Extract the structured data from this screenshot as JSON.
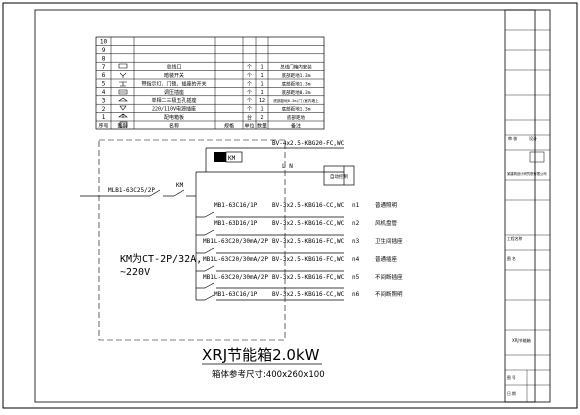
{
  "legend_table": {
    "header": {
      "seq": "序号",
      "symbol": "图例",
      "name": "名称",
      "spec": "规格",
      "unit": "单位",
      "qty": "数量",
      "remark": "备注"
    },
    "rows": [
      {
        "seq": "10",
        "name": "",
        "unit": "",
        "qty": "",
        "remark": ""
      },
      {
        "seq": "9",
        "name": "",
        "unit": "",
        "qty": "",
        "remark": ""
      },
      {
        "seq": "8",
        "name": "",
        "unit": "",
        "qty": "",
        "remark": ""
      },
      {
        "seq": "7",
        "name": "总线口",
        "unit": "个",
        "qty": "1",
        "remark": "总线门箱内安装"
      },
      {
        "seq": "6",
        "name": "暗装开关",
        "unit": "个",
        "qty": "1",
        "remark": "底部距地1.3m"
      },
      {
        "seq": "5",
        "name": "带指示灯、门锁、插座的开关",
        "unit": "个",
        "qty": "1",
        "remark": "底部距地1.3m"
      },
      {
        "seq": "4",
        "name": "调压插座",
        "unit": "个",
        "qty": "1",
        "remark": "底部距地0.3m"
      },
      {
        "seq": "3",
        "name": "单相二三极五孔插座",
        "unit": "个",
        "qty": "12",
        "remark": "底部距地0.3m(门)室内墙上"
      },
      {
        "seq": "2",
        "name": "220/110V电源插座",
        "unit": "个",
        "qty": "1",
        "remark": "底部距地1.3m"
      },
      {
        "seq": "1",
        "name": "配电箱板",
        "unit": "台",
        "qty": "2",
        "remark": "底部距地"
      }
    ]
  },
  "diagram": {
    "incoming_breaker": "MLB1-63C25/2P",
    "main_contactor": "KM",
    "contactor_note_1": "KM为CT-2P/32A,",
    "contactor_note_2": "~220V",
    "control_breaker_label": "KM",
    "control_cable": "BV-4x2.5-KBG20-FC,WC",
    "control_terminal": "L N",
    "control_device": "自动控制",
    "circuits": [
      {
        "breaker": "MB1-63C16/1P",
        "cable": "BV-3x2.5-KBG16-CC,WC",
        "id": "n1",
        "load": "普通照明"
      },
      {
        "breaker": "MB1-63D16/1P",
        "cable": "BV-3x2.5-KBG16-CC,WC",
        "id": "n2",
        "load": "风机盘管"
      },
      {
        "breaker": "MB1L-63C20/30mA/2P",
        "cable": "BV-3x2.5-KBG16-FC,WC",
        "id": "n3",
        "load": "卫生间插座"
      },
      {
        "breaker": "MB1L-63C20/30mA/2P",
        "cable": "BV-3x2.5-KBG16-FC,WC",
        "id": "n4",
        "load": "普通插座"
      },
      {
        "breaker": "MB1L-63C20/30mA/2P",
        "cable": "BV-3x2.5-KBG16-FC,WC",
        "id": "n5",
        "load": "不间断插座"
      },
      {
        "breaker": "MB1-63C16/1P",
        "cable": "BV-3x2.5-KBG16-CC,WC",
        "id": "n6",
        "load": "不间断照明"
      }
    ],
    "panel_title": "XRJ节能箱2.0kW",
    "panel_size": "箱体参考尺寸:400x260x100"
  },
  "title_block": {
    "approval": "审 核",
    "designer": "设计",
    "company": "某建筑设计研究院有限公司",
    "project_label": "工程名称",
    "drawing_label": "图 名",
    "drawing_name": "XRJ节能箱",
    "sheet_label": "图 号",
    "date_label": "日 期"
  }
}
